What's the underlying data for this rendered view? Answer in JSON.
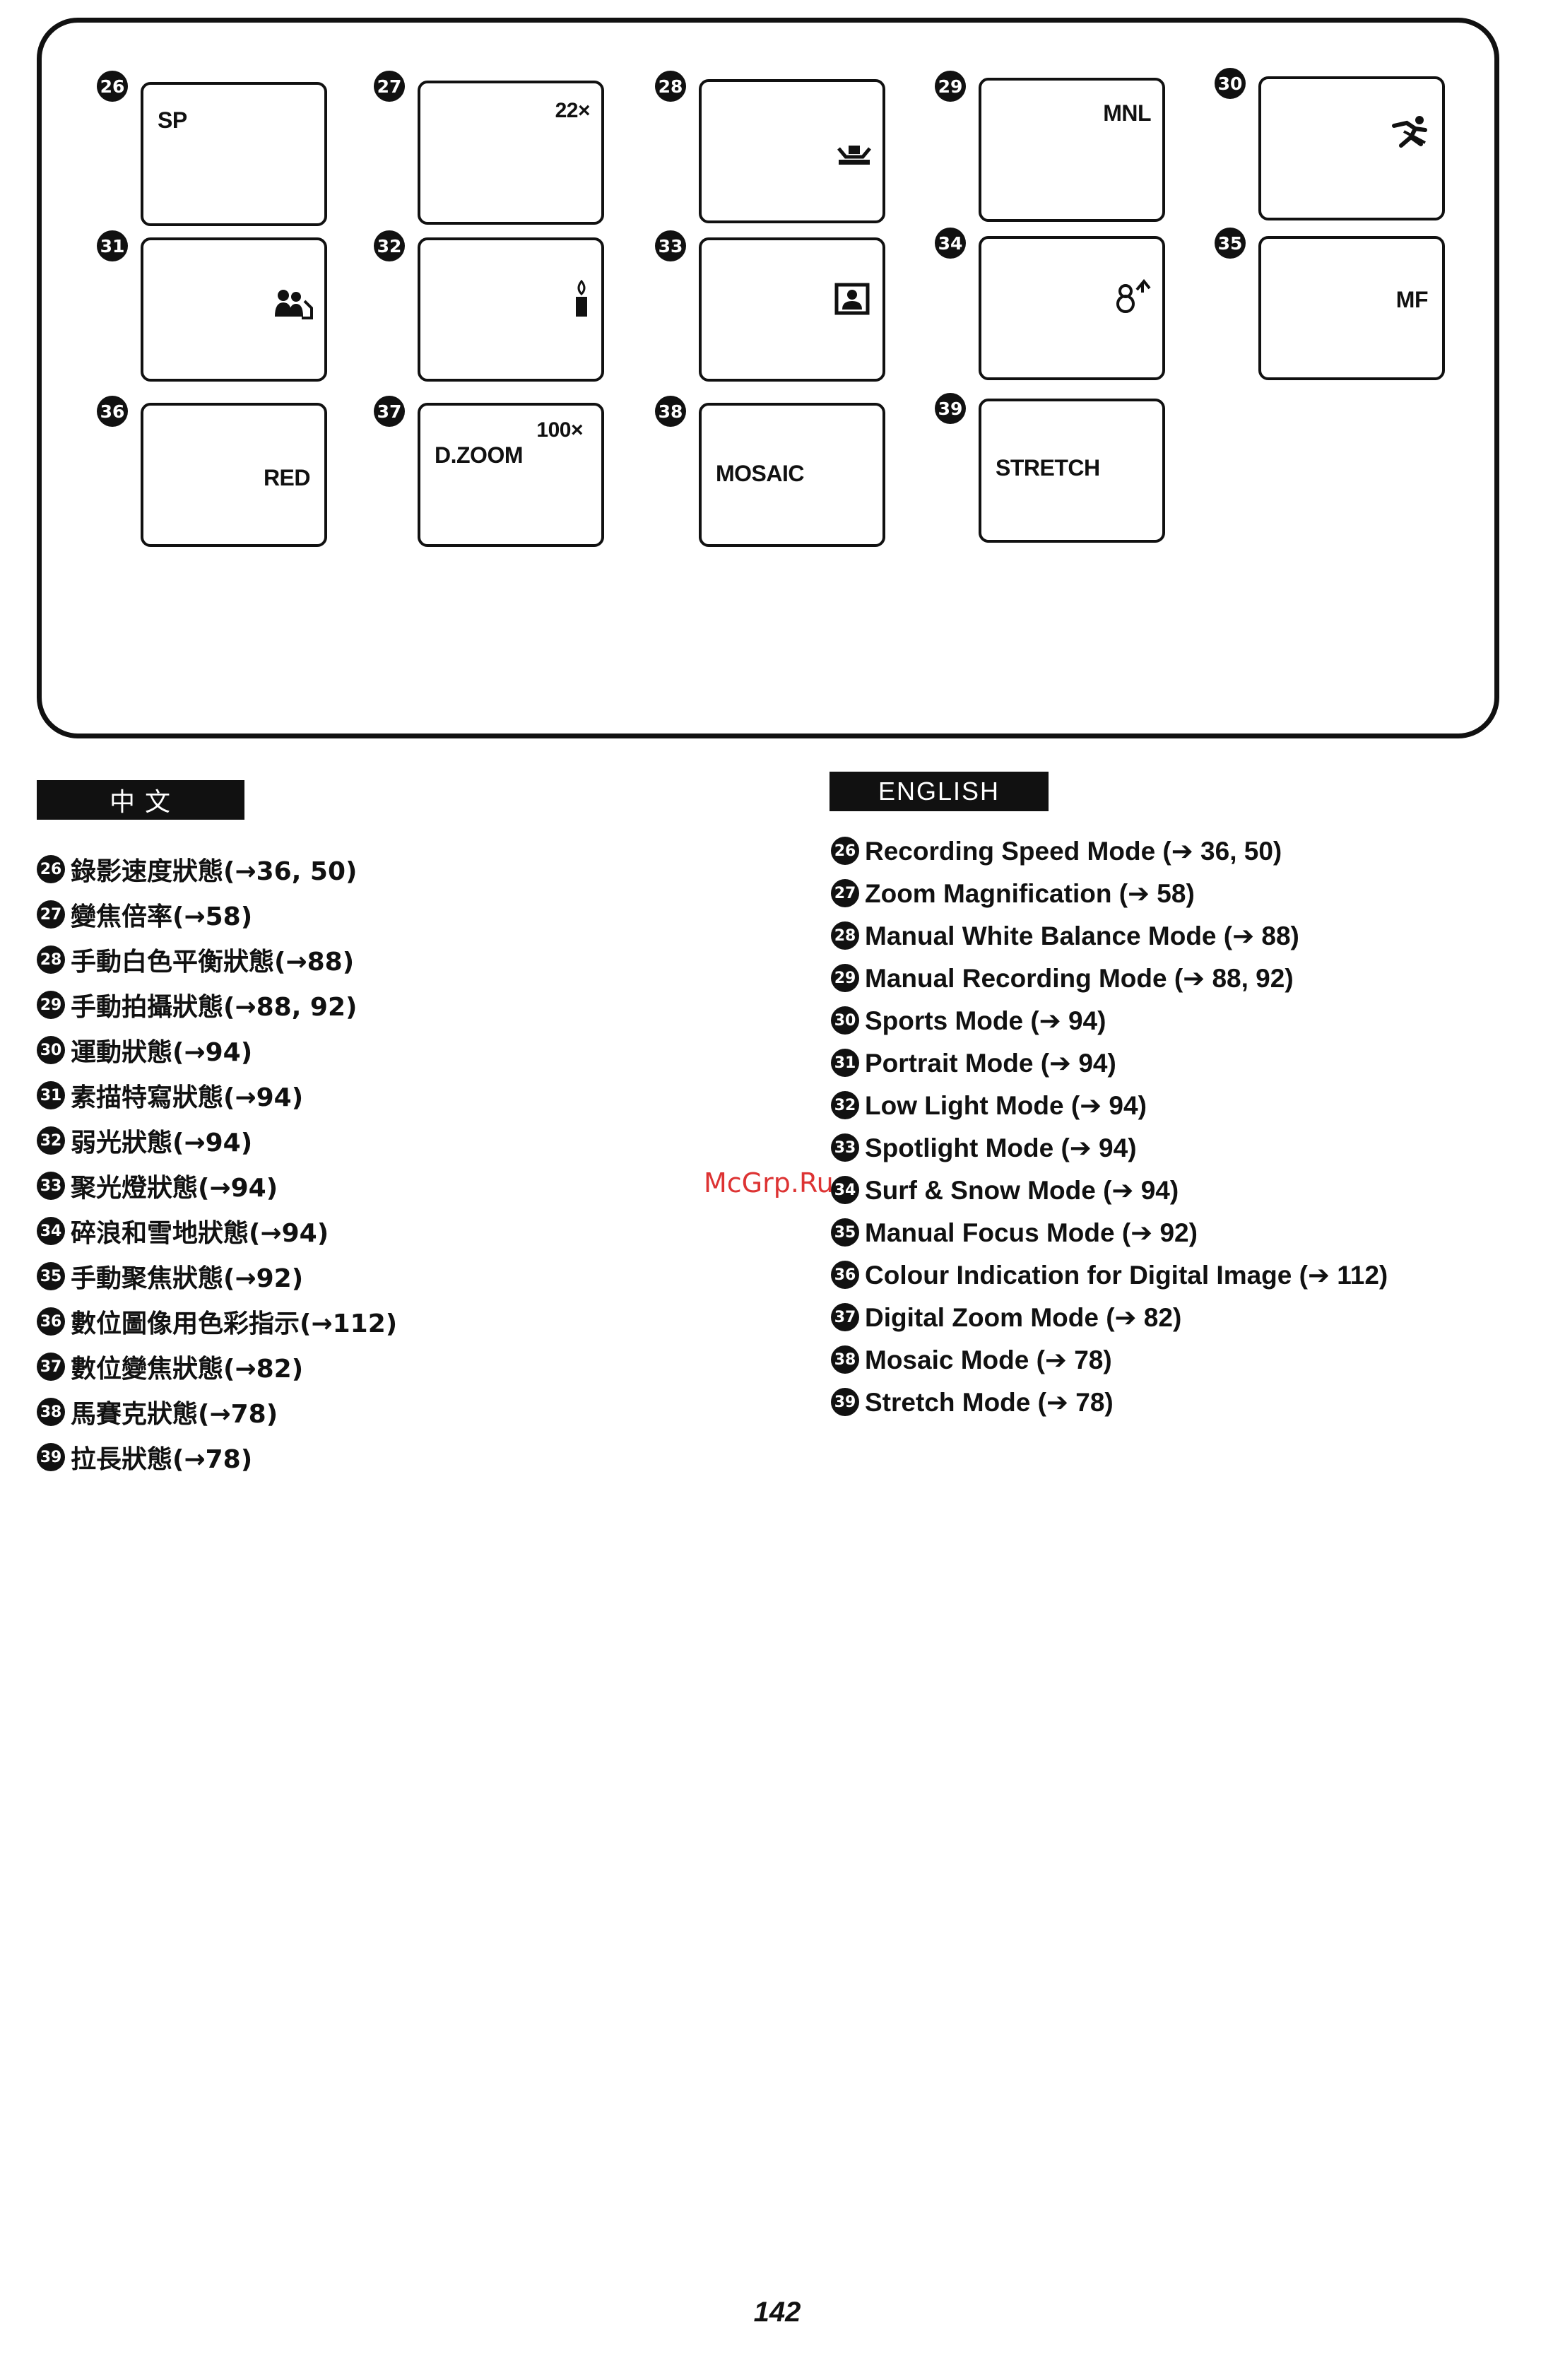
{
  "displays": [
    {
      "num": "26",
      "label": "SP",
      "icon": ""
    },
    {
      "num": "27",
      "label": "22×",
      "icon": ""
    },
    {
      "num": "28",
      "label": "",
      "icon": "white-balance-icon"
    },
    {
      "num": "29",
      "label": "MNL",
      "icon": ""
    },
    {
      "num": "30",
      "label": "",
      "icon": "sports-runner-icon"
    },
    {
      "num": "31",
      "label": "",
      "icon": "portrait-people-icon"
    },
    {
      "num": "32",
      "label": "",
      "icon": "candle-icon"
    },
    {
      "num": "33",
      "label": "",
      "icon": "spotlight-icon"
    },
    {
      "num": "34",
      "label": "",
      "icon": "snowman-icon"
    },
    {
      "num": "35",
      "label": "MF",
      "icon": ""
    },
    {
      "num": "36",
      "label": "RED",
      "icon": ""
    },
    {
      "num": "37",
      "label": "D.ZOOM",
      "label2": "100×",
      "icon": ""
    },
    {
      "num": "38",
      "label": "MOSAIC",
      "icon": ""
    },
    {
      "num": "39",
      "label": "STRETCH",
      "icon": ""
    }
  ],
  "chinese": {
    "header": "中 文",
    "items": [
      {
        "num": "26",
        "text": "錄影速度狀態(→36, 50)"
      },
      {
        "num": "27",
        "text": "變焦倍率(→58)"
      },
      {
        "num": "28",
        "text": "手動白色平衡狀態(→88)"
      },
      {
        "num": "29",
        "text": "手動拍攝狀態(→88, 92)"
      },
      {
        "num": "30",
        "text": "運動狀態(→94)"
      },
      {
        "num": "31",
        "text": "素描特寫狀態(→94)"
      },
      {
        "num": "32",
        "text": "弱光狀態(→94)"
      },
      {
        "num": "33",
        "text": "聚光燈狀態(→94)"
      },
      {
        "num": "34",
        "text": "碎浪和雪地狀態(→94)"
      },
      {
        "num": "35",
        "text": "手動聚焦狀態(→92)"
      },
      {
        "num": "36",
        "text": "數位圖像用色彩指示(→112)"
      },
      {
        "num": "37",
        "text": "數位變焦狀態(→82)"
      },
      {
        "num": "38",
        "text": "馬賽克狀態(→78)"
      },
      {
        "num": "39",
        "text": "拉長狀態(→78)"
      }
    ]
  },
  "english": {
    "header": "ENGLISH",
    "items": [
      {
        "num": "26",
        "text": "Recording Speed Mode (➔ 36, 50)"
      },
      {
        "num": "27",
        "text": "Zoom Magnification (➔ 58)"
      },
      {
        "num": "28",
        "text": "Manual White Balance Mode (➔ 88)"
      },
      {
        "num": "29",
        "text": "Manual Recording Mode (➔ 88, 92)"
      },
      {
        "num": "30",
        "text": "Sports Mode (➔ 94)"
      },
      {
        "num": "31",
        "text": "Portrait Mode (➔ 94)"
      },
      {
        "num": "32",
        "text": "Low Light Mode (➔ 94)"
      },
      {
        "num": "33",
        "text": "Spotlight Mode (➔ 94)"
      },
      {
        "num": "34",
        "text": "Surf & Snow Mode (➔ 94)"
      },
      {
        "num": "35",
        "text": "Manual Focus Mode (➔ 92)"
      },
      {
        "num": "36",
        "text": "Colour Indication for Digital Image (➔ 112)"
      },
      {
        "num": "37",
        "text": "Digital Zoom Mode (➔ 82)"
      },
      {
        "num": "38",
        "text": "Mosaic Mode (➔ 78)"
      },
      {
        "num": "39",
        "text": "Stretch Mode (➔ 78)"
      }
    ]
  },
  "watermark": "McGrp.Ru",
  "page_number": "142"
}
